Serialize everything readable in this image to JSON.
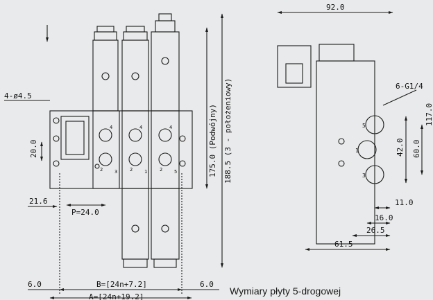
{
  "caption": "Wymiary płyty 5-drogowej",
  "front_view": {
    "hole_spec": "4-ø4.5",
    "dim_20": "20.0",
    "dim_21_6": "21.6",
    "pitch": "P=24.0",
    "height_double": "175.0 (Podwójny)",
    "height_three_pos": "188.5 (3 - położeniowy)",
    "dim_b": "B=[24n+7.2]",
    "dim_a": "A=[24n+19.2]",
    "dim_6_left": "6.0",
    "dim_6_right": "6.0",
    "port_labels": [
      "4",
      "2",
      "4",
      "2",
      "4",
      "2",
      "3",
      "1",
      "5"
    ]
  },
  "side_view": {
    "width": "92.0",
    "port_spec": "6-G1/4",
    "dim_42": "42.0",
    "dim_60": "60.0",
    "dim_117": "117.0",
    "dim_11": "11.0",
    "dim_16": "16.0",
    "dim_26_5": "26.5",
    "dim_61_5": "61.5",
    "port_labels": [
      "5",
      "1",
      "3"
    ]
  },
  "colors": {
    "background": "#e9eaeb",
    "line": "#1a1a1a"
  }
}
